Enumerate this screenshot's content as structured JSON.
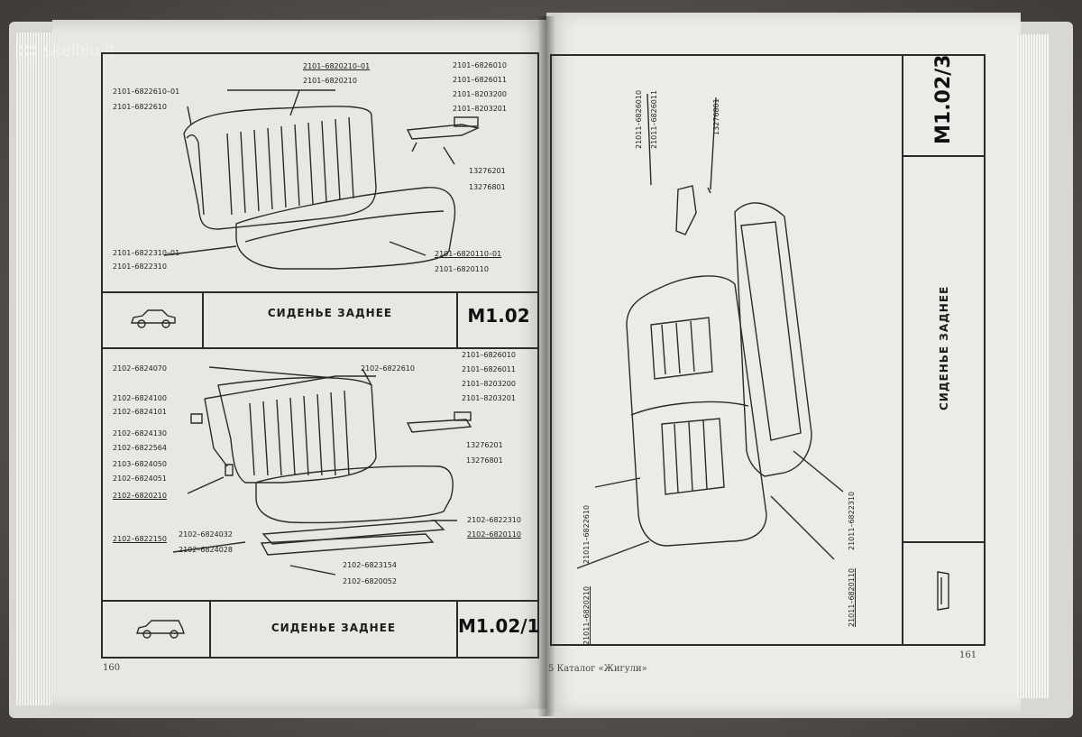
{
  "watermark": "skelbiu.lt",
  "left_page": {
    "top_figure": {
      "callouts": [
        {
          "text": "2101–6822610–01",
          "u": false
        },
        {
          "text": "2101–6822610",
          "u": false
        },
        {
          "text": "2101–6820210–01",
          "u": true
        },
        {
          "text": "2101–6820210",
          "u": false
        },
        {
          "text": "2101–6826010",
          "u": false
        },
        {
          "text": "2101–6826011",
          "u": false
        },
        {
          "text": "2101–8203200",
          "u": false
        },
        {
          "text": "2101–8203201",
          "u": false
        },
        {
          "text": "13276201",
          "u": false
        },
        {
          "text": "13276801",
          "u": false
        },
        {
          "text": "2101–6822310–01",
          "u": false
        },
        {
          "text": "2101–6822310",
          "u": false
        },
        {
          "text": "2101–6820110–01",
          "u": true
        },
        {
          "text": "2101–6820110",
          "u": false
        }
      ]
    },
    "top_caption": {
      "title": "СИДЕНЬЕ ЗАДНЕЕ",
      "code": "М1.02"
    },
    "bottom_figure": {
      "callouts": [
        {
          "text": "2102–6824070",
          "u": false
        },
        {
          "text": "2102–6822610",
          "u": false
        },
        {
          "text": "2101–6826010",
          "u": false
        },
        {
          "text": "2101–6826011",
          "u": false
        },
        {
          "text": "2102–6824100",
          "u": false
        },
        {
          "text": "2102–6824101",
          "u": false
        },
        {
          "text": "2101–8203200",
          "u": false
        },
        {
          "text": "2101–8203201",
          "u": false
        },
        {
          "text": "2102–6824130",
          "u": false
        },
        {
          "text": "2102–6822564",
          "u": false
        },
        {
          "text": "13276201",
          "u": false
        },
        {
          "text": "2103–6824050",
          "u": false
        },
        {
          "text": "2102–6824051",
          "u": false
        },
        {
          "text": "13276801",
          "u": false
        },
        {
          "text": "2102–6820210",
          "u": true
        },
        {
          "text": "2102–6822310",
          "u": false
        },
        {
          "text": "2102–6824032",
          "u": false
        },
        {
          "text": "2102–6822150",
          "u": true
        },
        {
          "text": "2102–6820110",
          "u": true
        },
        {
          "text": "2102–6824028",
          "u": false
        },
        {
          "text": "2102–6823154",
          "u": false
        },
        {
          "text": "2102–6820052",
          "u": false
        }
      ]
    },
    "bottom_caption": {
      "title": "СИДЕНЬЕ ЗАДНЕЕ",
      "code": "М1.02/1"
    },
    "page_number": "160"
  },
  "right_page": {
    "header_code": "М1.02/3",
    "side_title": "СИДЕНЬЕ ЗАДНЕЕ",
    "callouts": [
      {
        "text": "21011–6826010",
        "u": false
      },
      {
        "text": "21011–6826011",
        "u": false
      },
      {
        "text": "13276801",
        "u": false
      },
      {
        "text": "21011–6822610",
        "u": false
      },
      {
        "text": "21011–6820210",
        "u": true
      },
      {
        "text": "21011–6822310",
        "u": false
      },
      {
        "text": "21011–6820110",
        "u": true
      }
    ],
    "footer_left": "5  Каталог «Жигули»",
    "page_number": "161"
  }
}
